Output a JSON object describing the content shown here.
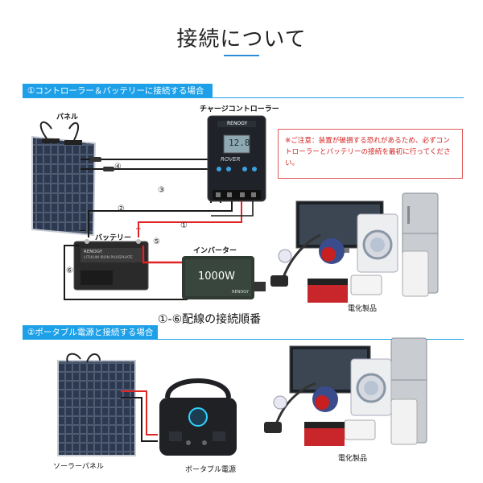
{
  "title": "接続について",
  "section1": {
    "header": "①コントローラー＆バッテリーに接続する場合",
    "panel_label": "パネル",
    "controller_label": "チャージコントローラー",
    "controller_brand": "RENOGY",
    "controller_model": "ROVER",
    "controller_display": "12.8",
    "battery_label": "バッテリー",
    "battery_brand": "RENOGY",
    "battery_text": "LITHIUM IRON PHOSPHATE",
    "battery_minus": "ー",
    "battery_plus": "+",
    "inverter_label": "インバーター",
    "inverter_text": "1000W",
    "inverter_brand": "RENOGY",
    "appliances_label": "電化製品",
    "warning": "※ご注意：装置が破損する恐れがあるため、必ずコントローラーとバッテリーの接続を最初に行ってください。",
    "caption": "①-⑥配線の接続順番",
    "wire_numbers": [
      "①",
      "②",
      "③",
      "④",
      "⑤",
      "⑥"
    ]
  },
  "section2": {
    "header": "②ポータブル電源と接続する場合",
    "panel_label": "ソーラーパネル",
    "power_station_label": "ポータブル電源",
    "appliances_label": "電化製品"
  },
  "colors": {
    "accent": "#1ea0e8",
    "warning": "#d32020",
    "wire_red": "#e02424",
    "wire_black": "#1a1a1a"
  }
}
